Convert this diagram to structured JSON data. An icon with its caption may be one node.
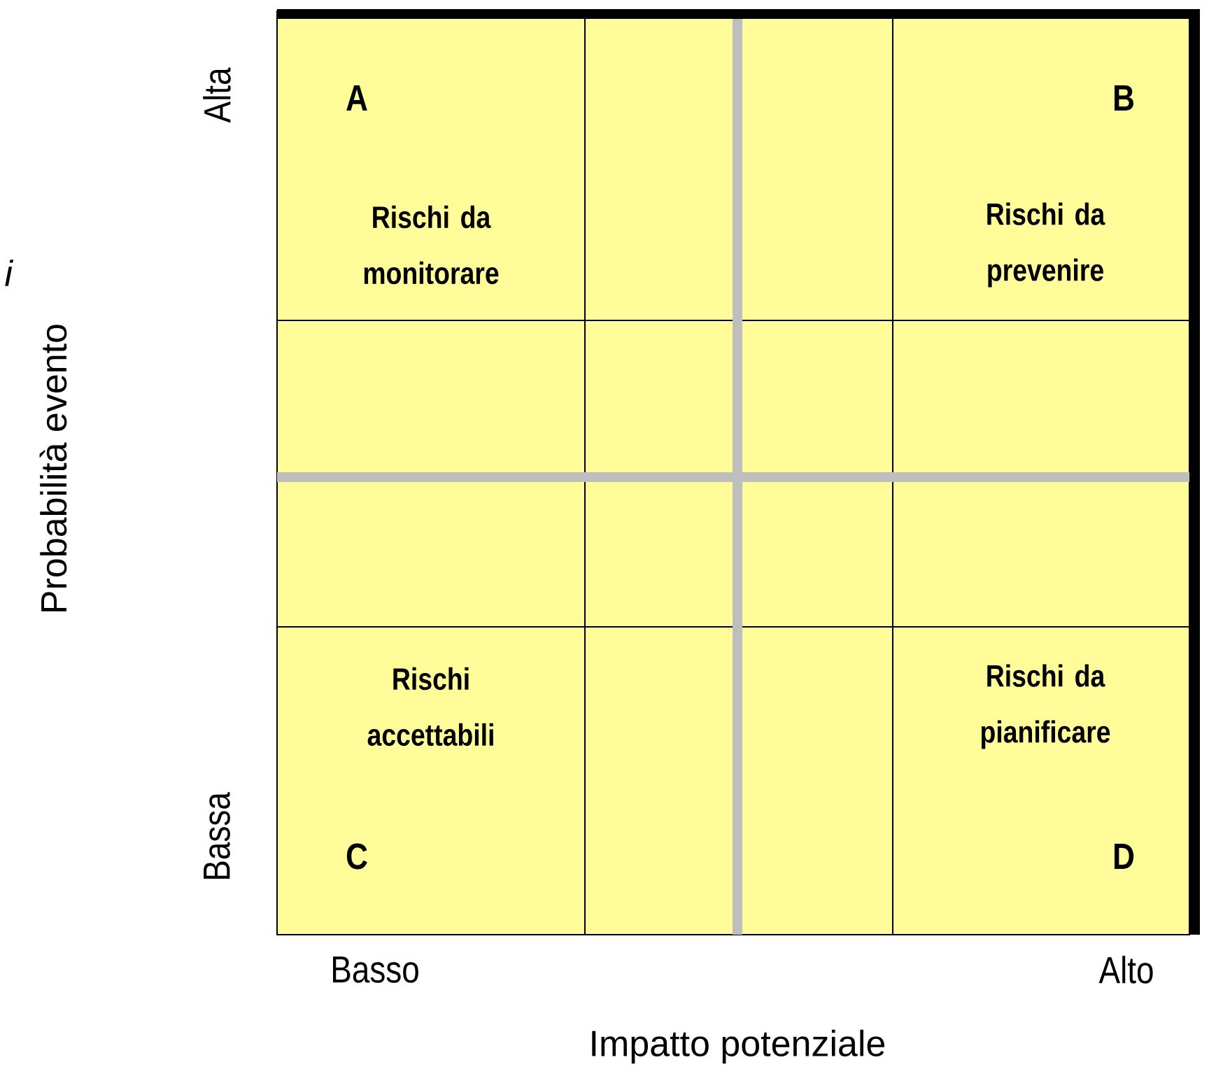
{
  "diagram": {
    "nodes": [
      {
        "text": [
          "A",
          "Rischi da monitorare"
        ]
      },
      {
        "text": [],
        "shape": "box"
      },
      {
        "text": [],
        "shape": "box"
      },
      {
        "text": [
          "B",
          "Rischi da prevenire"
        ]
      },
      {
        "text": [],
        "shape": "box"
      },
      {
        "text": [],
        "shape": "box"
      },
      {
        "text": [],
        "shape": "box"
      },
      {
        "text": [],
        "shape": "box"
      },
      {
        "text": [],
        "shape": "box"
      },
      {
        "text": [],
        "shape": "box"
      },
      {
        "text": [],
        "shape": "box"
      },
      {
        "text": [],
        "shape": "box"
      },
      {
        "text": [
          "Rischi accettabili",
          "C"
        ]
      },
      {
        "text": [],
        "shape": "box"
      },
      {
        "text": [],
        "shape": "box"
      },
      {
        "text": [
          "Rischi da pianificare",
          "D"
        ]
      }
    ],
    "labels": [
      "i",
      "Alta",
      "Probabilità evento",
      "Bassa",
      "Basso",
      "Alto",
      "Impatto potenziale"
    ]
  }
}
